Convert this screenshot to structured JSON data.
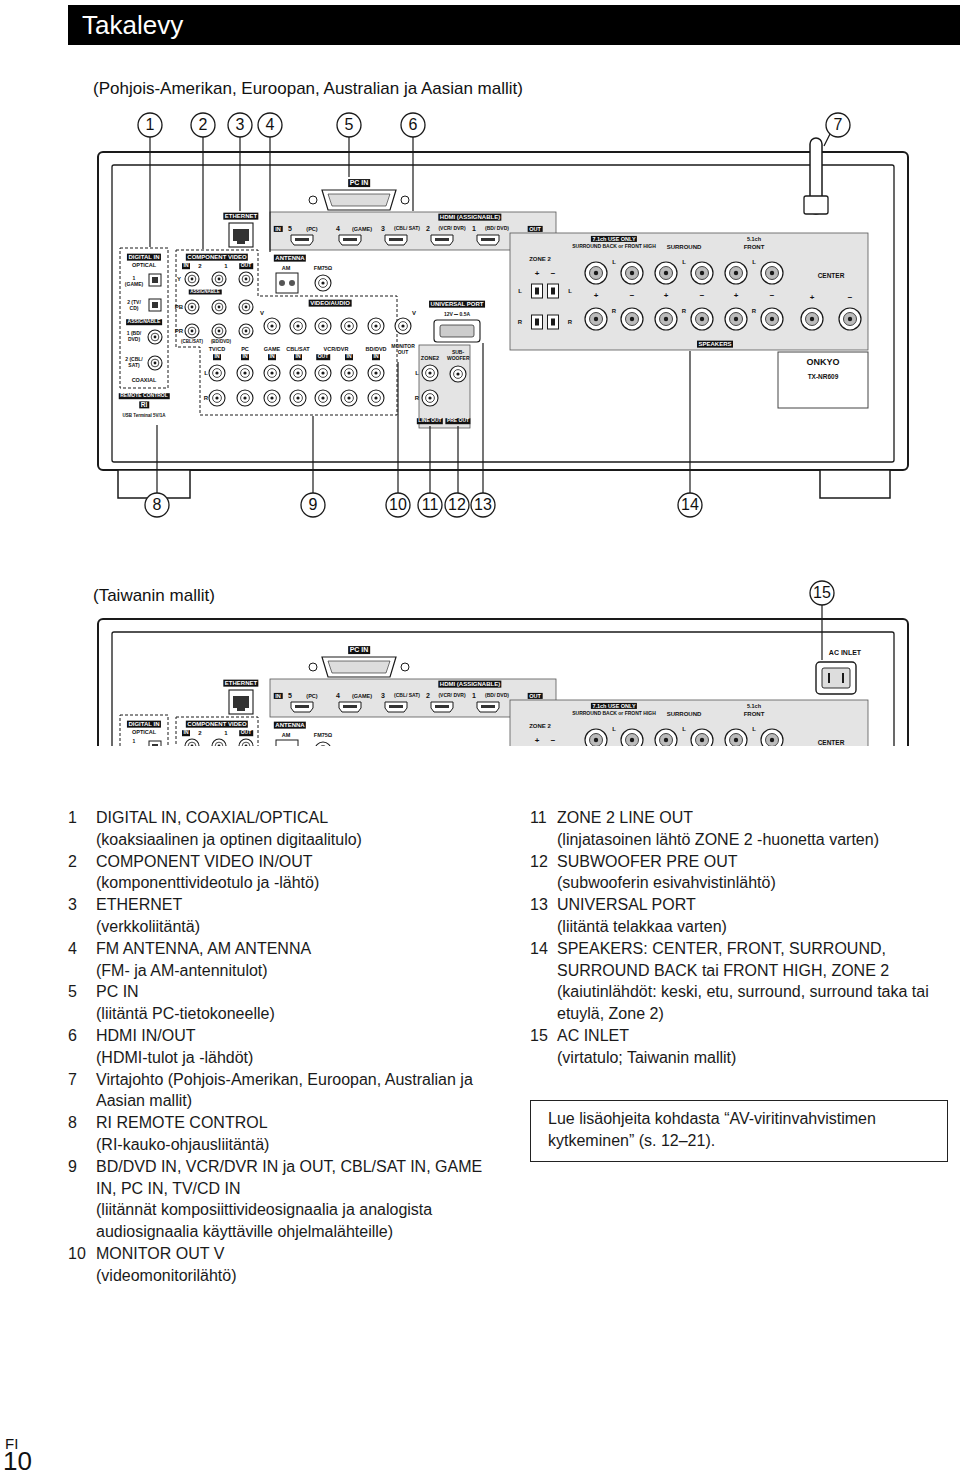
{
  "diagram": {
    "title": "Takalevy",
    "nodes": [
      {
        "text": [
          "Lue lisäohjeita kohdasta “AV-viritinvahvistimen kytkeminen” (s. 12–21)."
        ]
      }
    ],
    "labels": [
      "PC IN",
      "ETHERNET",
      "HDMI (ASSIGNABLE)",
      "IN",
      "5",
      "(PC)",
      "4",
      "(GAME)",
      "3",
      "(CBL/ SAT)",
      "2",
      "(VCR/ DVR)",
      "1",
      "(BD/ DVD)",
      "OUT",
      "DIGITAL IN",
      "OPTICAL",
      "1 (GAME)",
      "2 (TV/ CD)",
      "ASSIGNABLE",
      "1 (BD/ DVD)",
      "2 (CBL/ SAT)",
      "COAXIAL",
      "REMOTE CONTROL",
      "RI",
      "USB Terminal 5V/1A",
      "COMPONENT VIDEO",
      "IN",
      "2",
      "1",
      "OUT",
      "Y",
      "ASSIGNABLE",
      "PB",
      "PR",
      "(CBL/SAT)",
      "(BD/DVD)",
      "ANTENNA",
      "AM",
      "FM75Ω",
      "VIDEO/AUDIO",
      "V",
      "V",
      "TV/CD",
      "IN",
      "PC",
      "IN",
      "GAME",
      "IN",
      "CBL/SAT",
      "IN",
      "VCR/DVR",
      "OUT",
      "IN",
      "BD/DVD",
      "IN",
      "MONITOR OUT",
      "L",
      "R",
      "UNIVERSAL PORT",
      "12V ⎓ 0.5A",
      "L",
      "R",
      "ZONE2",
      "SUB-WOOFER",
      "LINE OUT",
      "PRE OUT",
      "ZONE 2",
      "+",
      "−",
      "L",
      "R",
      "L",
      "R",
      "7.1ch USE ONLY",
      "SURROUND BACK or FRONT HIGH",
      "SURROUND",
      "5.1ch",
      "FRONT",
      "CENTER",
      "L",
      "L",
      "L",
      "+",
      "−",
      "+",
      "−",
      "+",
      "−",
      "+",
      "−",
      "R",
      "R",
      "R",
      "SPEAKERS",
      "ONKYO",
      "TX-NR609",
      "PC IN",
      "AC INLET",
      "ETHERNET",
      "HDMI (ASSIGNABLE)",
      "IN",
      "5",
      "(PC)",
      "4",
      "(GAME)",
      "3",
      "(CBL/ SAT)",
      "2",
      "(VCR/ DVR)",
      "1",
      "(BD/ DVD)",
      "OUT",
      "DIGITAL IN",
      "OPTICAL",
      "1",
      "COMPONENT VIDEO",
      "IN",
      "2",
      "1",
      "OUT",
      "ANTENNA",
      "AM",
      "FM75Ω",
      "ZONE 2",
      "+",
      "−",
      "7.1ch USE ONLY",
      "SURROUND BACK or FRONT HIGH",
      "SURROUND",
      "5.1ch",
      "FRONT",
      "L",
      "L",
      "L",
      "CENTER",
      "1",
      "2",
      "3",
      "4",
      "5",
      "6",
      "7",
      "8",
      "9",
      "10",
      "11",
      "12",
      "13",
      "14",
      "15",
      "(Pohjois-Amerikan, Euroopan, Australian ja Aasian mallit)",
      "(Taiwanin mallit)",
      "1",
      "DIGITAL IN, COAXIAL/OPTICAL",
      "(koaksiaalinen ja optinen digitaalitulo)",
      "2",
      "COMPONENT VIDEO IN/OUT",
      "(komponenttivideotulo ja -lähtö)",
      "3",
      "ETHERNET",
      "(verkkoliitäntä)",
      "4",
      "FM ANTENNA, AM ANTENNA",
      "(FM- ja AM-antennitulot)",
      "5",
      "PC IN",
      "(liitäntä PC-tietokoneelle)",
      "6",
      "HDMI IN/OUT",
      "(HDMI-tulot ja -lähdöt)",
      "7",
      "Virtajohto (Pohjois-Amerikan, Euroopan, Australian ja Aasian mallit)",
      "8",
      "RI REMOTE CONTROL",
      "(RI-kauko-ohjausliitäntä)",
      "9",
      "BD/DVD IN, VCR/DVR IN ja OUT, CBL/SAT IN, GAME IN, PC IN, TV/CD IN",
      "(liitännät komposiittivideosignaalia ja analogista audiosignaalia käyttäville ohjelmalähteille)",
      "10",
      "MONITOR OUT V",
      "(videomonitorilähtö)",
      "11",
      "ZONE 2 LINE OUT",
      "(linjatasoinen lähtö ZONE 2 -huonetta varten)",
      "12",
      "SUBWOOFER PRE OUT",
      "(subwooferin esivahvistinlähtö)",
      "13",
      "UNIVERSAL PORT",
      "(liitäntä telakkaa varten)",
      "14",
      "SPEAKERS: CENTER, FRONT, SURROUND, SURROUND BACK tai FRONT HIGH, ZONE 2",
      "(kaiutinlähdöt: keski, etu, surround, surround taka tai etuylä, Zone 2)",
      "15",
      "AC INLET",
      "(virtatulo; Taiwanin mallit)",
      "FI",
      "10"
    ]
  }
}
